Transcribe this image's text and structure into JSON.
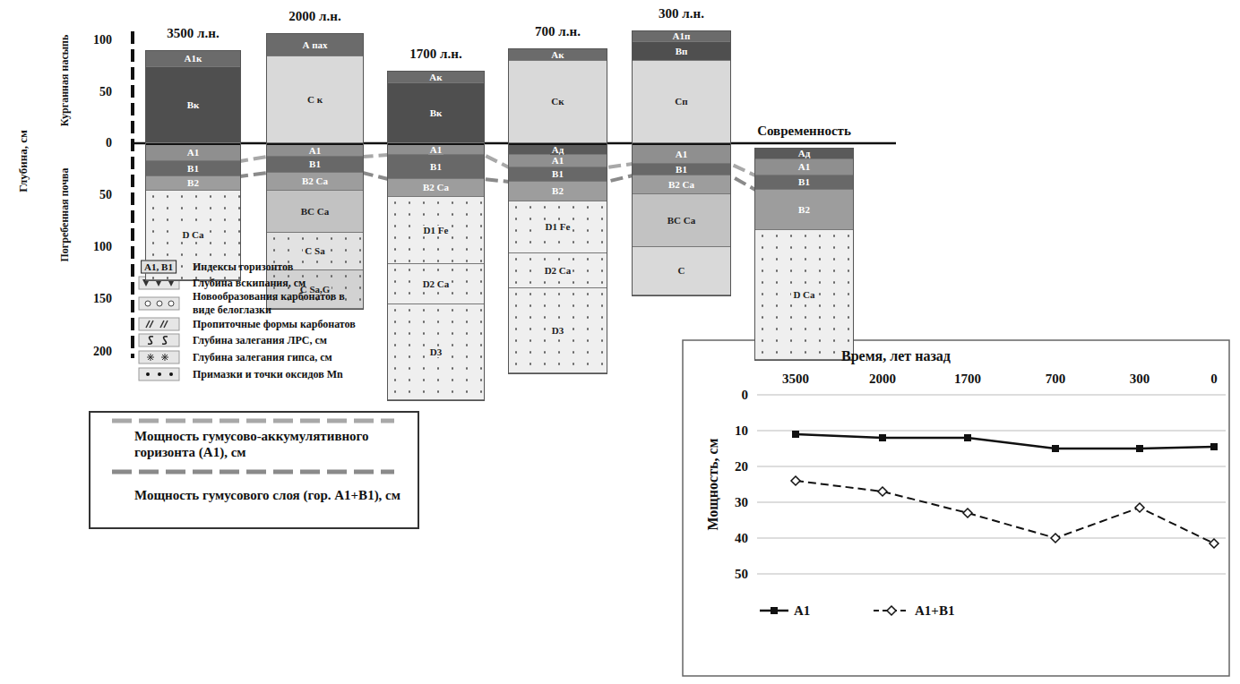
{
  "diagram": {
    "nodes": [
      {
        "text": [
          "3500 л.н."
        ]
      },
      {
        "text": [
          "А1к"
        ],
        "in": 0
      },
      {
        "text": [
          "Вк"
        ],
        "in": 0
      },
      {
        "text": [
          "А1"
        ],
        "in": 0
      },
      {
        "text": [
          "В1"
        ],
        "in": 0
      },
      {
        "text": [
          "В2"
        ],
        "in": 0
      },
      {
        "text": [
          "D Ca"
        ],
        "in": 0
      },
      {
        "text": [
          "2000 л.н."
        ]
      },
      {
        "text": [
          "А пах"
        ],
        "in": 7
      },
      {
        "text": [
          "С к"
        ],
        "in": 7
      },
      {
        "text": [
          "А1"
        ],
        "in": 7
      },
      {
        "text": [
          "В1"
        ],
        "in": 7
      },
      {
        "text": [
          "В2 Ca"
        ],
        "in": 7
      },
      {
        "text": [
          "ВС Ca"
        ],
        "in": 7
      },
      {
        "text": [
          "С Sa"
        ],
        "in": 7
      },
      {
        "text": [
          "С Sa,G"
        ],
        "in": 7
      },
      {
        "text": [
          "1700 л.н."
        ]
      },
      {
        "text": [
          "Ак"
        ],
        "in": 16
      },
      {
        "text": [
          "Вк"
        ],
        "in": 16
      },
      {
        "text": [
          "А1"
        ],
        "in": 16
      },
      {
        "text": [
          "В1"
        ],
        "in": 16
      },
      {
        "text": [
          "В2 Ca"
        ],
        "in": 16
      },
      {
        "text": [
          "D1 Fe"
        ],
        "in": 16
      },
      {
        "text": [
          "D2 Ca"
        ],
        "in": 16
      },
      {
        "text": [
          "D3"
        ],
        "in": 16
      },
      {
        "text": [
          "700 л.н."
        ]
      },
      {
        "text": [
          "Ак"
        ],
        "in": 25
      },
      {
        "text": [
          "Ск"
        ],
        "in": 25
      },
      {
        "text": [
          "Ад"
        ],
        "in": 25
      },
      {
        "text": [
          "А1"
        ],
        "in": 25
      },
      {
        "text": [
          "В1"
        ],
        "in": 25
      },
      {
        "text": [
          "В2"
        ],
        "in": 25
      },
      {
        "text": [
          "D1 Fe"
        ],
        "in": 25
      },
      {
        "text": [
          "D2 Ca"
        ],
        "in": 25
      },
      {
        "text": [
          "D3"
        ],
        "in": 25
      },
      {
        "text": [
          "300 л.н."
        ]
      },
      {
        "text": [
          "А1п"
        ],
        "in": 35
      },
      {
        "text": [
          "Вп"
        ],
        "in": 35
      },
      {
        "text": [
          "Сп"
        ],
        "in": 35
      },
      {
        "text": [
          "А1"
        ],
        "in": 35
      },
      {
        "text": [
          "В1"
        ],
        "in": 35
      },
      {
        "text": [
          "В2 Ca"
        ],
        "in": 35
      },
      {
        "text": [
          "ВС Ca"
        ],
        "in": 35
      },
      {
        "text": [
          "С"
        ],
        "in": 35
      },
      {
        "text": [
          "Современность"
        ]
      },
      {
        "text": [
          "Ад"
        ],
        "in": 44
      },
      {
        "text": [
          "А1"
        ],
        "in": 44
      },
      {
        "text": [
          "В1"
        ],
        "in": 44
      },
      {
        "text": [
          "В2"
        ],
        "in": 44
      },
      {
        "text": [
          "D Ca"
        ],
        "in": 44
      }
    ],
    "labels": [
      "100",
      "50",
      "0",
      "50",
      "100",
      "150",
      "200",
      "Глубина, см",
      "Курганная насыпь",
      "Погребенная почва",
      "А1, В1",
      "Время, лет назад",
      "3500",
      "2000",
      "1700",
      "700",
      "300",
      "0",
      "0",
      "10",
      "20",
      "30",
      "40",
      "50",
      "Мощность, см"
    ],
    "legend": [
      {
        "text": "Индексы горизонтов"
      },
      {
        "text": "Глубина вскипания, см"
      },
      {
        "text": "Новообразования карбонатов в виде белоглазки"
      },
      {
        "text": "Пропиточные формы карбонатов"
      },
      {
        "text": "Глубина залегания ЛРС, см"
      },
      {
        "text": "Глубина залегания гипса, см"
      },
      {
        "text": "Примазки и точки оксидов Mn"
      },
      {
        "text": "Мощность гумусово-аккумулятивного горизонта (А1), см"
      },
      {
        "text": "Мощность гумусового слоя (гор. А1+В1), см"
      },
      {
        "text": "А1"
      },
      {
        "text": "А1+В1"
      }
    ]
  }
}
